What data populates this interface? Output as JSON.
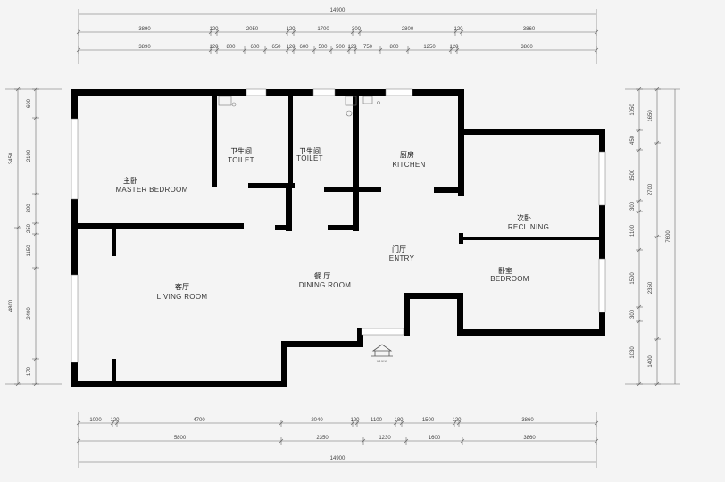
{
  "dimensions": {
    "top_total": "14900",
    "top_row1": [
      "3890",
      "120",
      "2050",
      "120",
      "1700",
      "300",
      "2800",
      "120",
      "3860"
    ],
    "top_row2": [
      "3890",
      "120",
      "800",
      "600",
      "650",
      "120",
      "600",
      "500",
      "500",
      "120",
      "750",
      "800",
      "1250",
      "120",
      "3860"
    ],
    "bottom_row1": [
      "1000",
      "120",
      "4700",
      "2040",
      "120",
      "1100",
      "180",
      "1500",
      "120",
      "3860"
    ],
    "bottom_row2": [
      "5800",
      "2350",
      "1230",
      "1600",
      "3860"
    ],
    "bottom_total": "14900",
    "left_outer": [
      "3450",
      "4800"
    ],
    "left_inner": [
      "600",
      "2100",
      "300",
      "250",
      "1150",
      "2400",
      "170"
    ],
    "right_inner": [
      "1050",
      "450",
      "1500",
      "300",
      "1100",
      "1500",
      "300",
      "1030"
    ],
    "right_outer": [
      "1650",
      "2700",
      "2350",
      "1400"
    ],
    "right_total": "7600"
  },
  "rooms": {
    "master": {
      "cn": "主卧",
      "en": "MASTER BEDROOM"
    },
    "toilet1": {
      "cn": "卫生间",
      "en": "TOILET"
    },
    "toilet2": {
      "cn": "卫生间",
      "en": "TOILET"
    },
    "kitchen": {
      "cn": "厨房",
      "en": "KITCHEN"
    },
    "reclining": {
      "cn": "次卧",
      "en": "RECLINING"
    },
    "entry": {
      "cn": "门厅",
      "en": "ENTRY"
    },
    "dining": {
      "cn": "餐 厅",
      "en": "DINING ROOM"
    },
    "living": {
      "cn": "客厅",
      "en": "LIVING ROOM"
    },
    "bedroom": {
      "cn": "卧室",
      "en": "BEDROOM"
    }
  },
  "entrance_label": "YAXIXI"
}
